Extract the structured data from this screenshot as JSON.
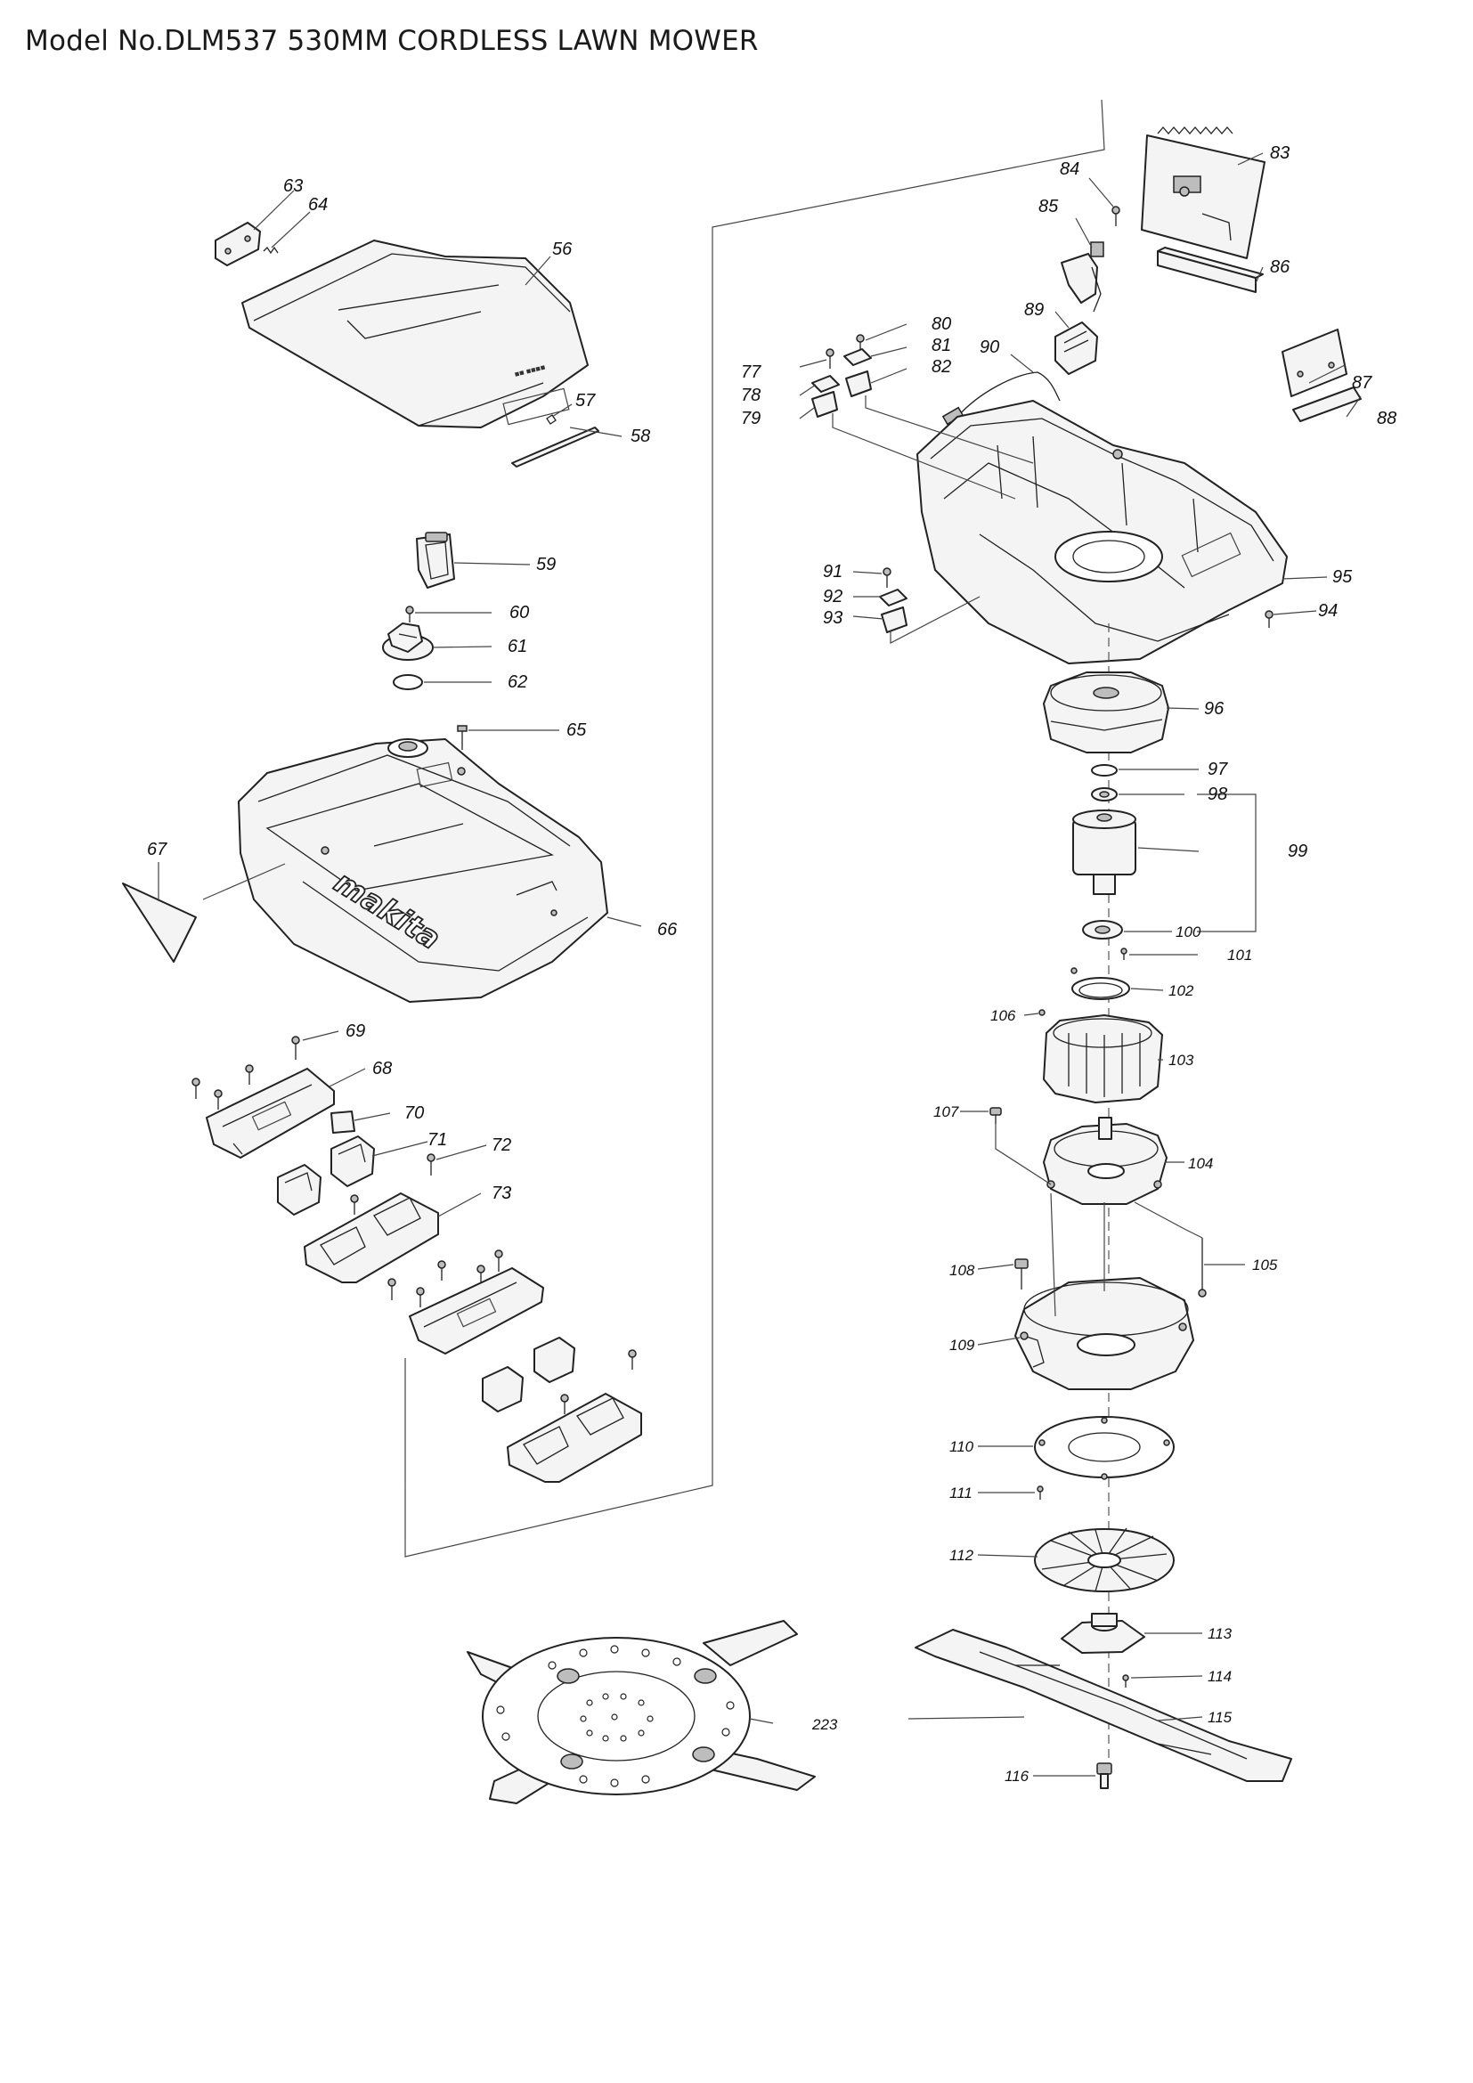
{
  "title": "Model No.DLM537 530MM CORDLESS LAWN MOWER",
  "brand_logo": "makita",
  "labels": {
    "n56": "56",
    "n57": "57",
    "n58": "58",
    "n59": "59",
    "n60": "60",
    "n61": "61",
    "n62": "62",
    "n63": "63",
    "n64": "64",
    "n65": "65",
    "n66": "66",
    "n67": "67",
    "n68": "68",
    "n69": "69",
    "n70": "70",
    "n71": "71",
    "n72": "72",
    "n73": "73",
    "n77": "77",
    "n78": "78",
    "n79": "79",
    "n80": "80",
    "n81": "81",
    "n82": "82",
    "n83": "83",
    "n84": "84",
    "n85": "85",
    "n86": "86",
    "n87": "87",
    "n88": "88",
    "n89": "89",
    "n90": "90",
    "n91": "91",
    "n92": "92",
    "n93": "93",
    "n94": "94",
    "n95": "95",
    "n96": "96",
    "n97": "97",
    "n98": "98",
    "n99": "99",
    "n100": "100",
    "n101": "101",
    "n102": "102",
    "n103": "103",
    "n104": "104",
    "n105": "105",
    "n106": "106",
    "n107": "107",
    "n108": "108",
    "n109": "109",
    "n110": "110",
    "n111": "111",
    "n112": "112",
    "n113": "113",
    "n114": "114",
    "n115": "115",
    "n116": "116",
    "n223": "223"
  }
}
